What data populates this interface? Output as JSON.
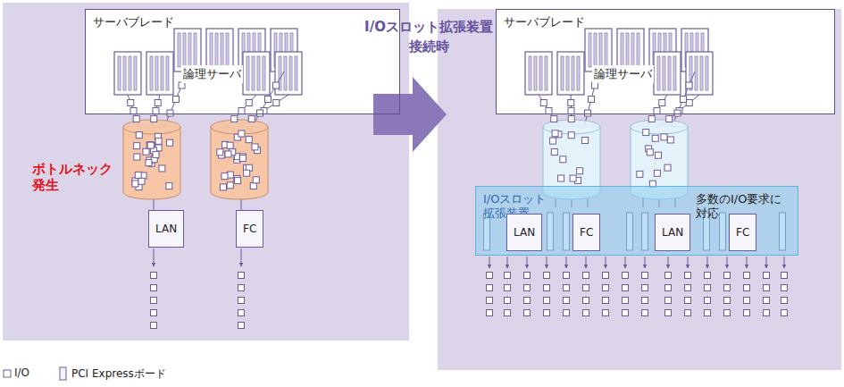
{
  "diagram": {
    "nodes": [
      {
        "text": [
          "サーバブレード"
        ]
      },
      {
        "text": [
          "LAN"
        ]
      },
      {
        "text": [
          "FC"
        ]
      },
      {
        "text": [
          "サーバブレード"
        ]
      },
      {
        "text": [
          "I/Oスロット 拡張装置",
          "多数のI/O要求に 対応"
        ]
      },
      {
        "text": [
          "LAN"
        ],
        "in": 4
      },
      {
        "text": [
          "FC"
        ],
        "in": 4
      },
      {
        "text": [
          "LAN"
        ],
        "in": 4
      },
      {
        "text": [
          "FC"
        ],
        "in": 4
      }
    ],
    "labels": [
      "論理サーバ",
      "論理サーバ",
      "ボトルネック 発生",
      "I/Oスロット拡張装置 接続時"
    ],
    "legend": [
      {
        "text": "I/O"
      },
      {
        "text": "PCI Expressボード"
      }
    ]
  }
}
